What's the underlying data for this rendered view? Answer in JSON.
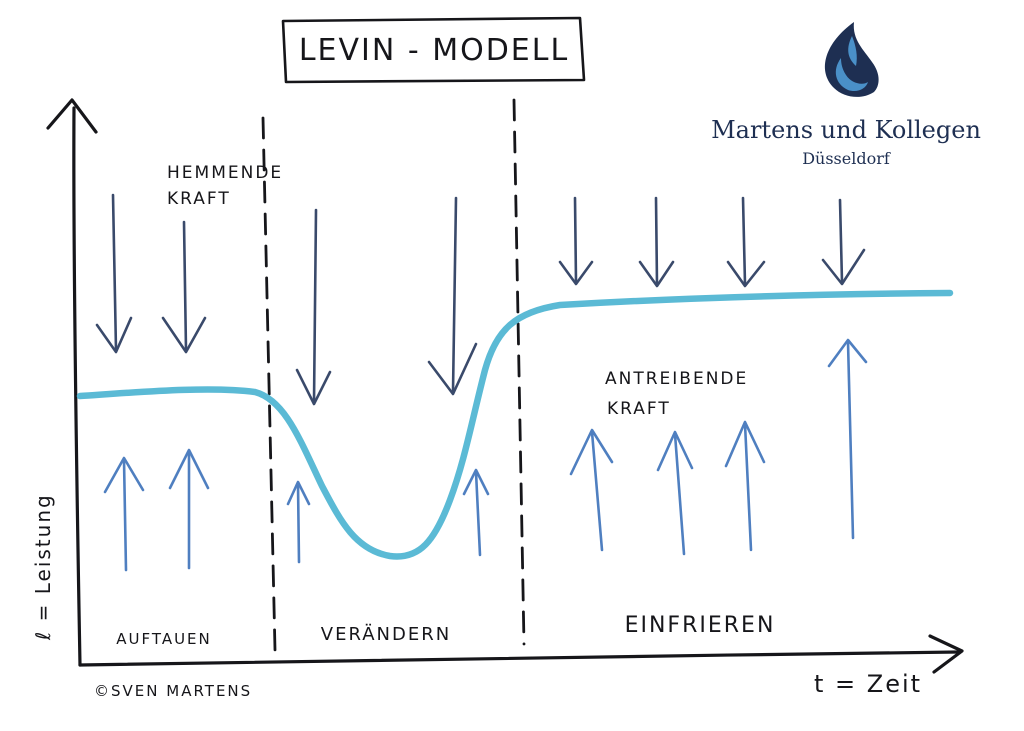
{
  "title": "LEVIN - MODELL",
  "brand": {
    "name": "Martens und Kollegen",
    "city": "Düsseldorf"
  },
  "labels": {
    "hemmende_line1": "HEMMENDE",
    "hemmende_line2": "KRAFT",
    "antreibende_line1": "ANTREIBENDE",
    "antreibende_line2": "KRAFT"
  },
  "phases": [
    "AUFTAUEN",
    "VERÄNDERN",
    "EINFRIEREN"
  ],
  "axes": {
    "y_label": "ℓ = Leistung",
    "x_label": "t = Zeit"
  },
  "copyright": "©SVEN MARTENS",
  "colors": {
    "curve": "#5bbad5",
    "hemmende_arrows": "#3a4a6b",
    "antreibende_arrows": "#4f7fc0",
    "ink": "#16161a",
    "logo_dark": "#1e2f52",
    "logo_light": "#4a90c8"
  }
}
